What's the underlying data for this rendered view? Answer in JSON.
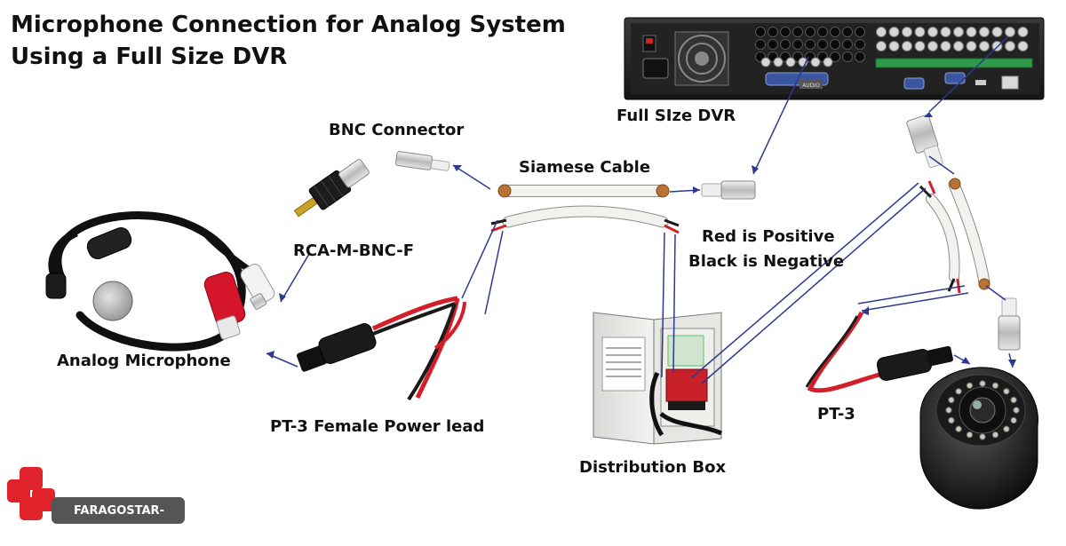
{
  "title": {
    "line1": "Microphone Connection for Analog System",
    "line2": "Using a Full Size DVR"
  },
  "labels": {
    "dvr": "Full SIze DVR",
    "bnc_connector": "BNC Connector",
    "siamese_cable": "Siamese Cable",
    "rca_adapter": "RCA-M-BNC-F",
    "polarity_positive": "Red is Positive",
    "polarity_negative": "Black is Negative",
    "microphone": "Analog Microphone",
    "female_power_lead": "PT-3 Female Power lead",
    "distribution_box": "Distribution Box",
    "pt3": "PT-3"
  },
  "dvr_panel": {
    "audio_label": "AUDIO"
  },
  "logo": {
    "text": "FARAGOSTAR-CO.COM"
  },
  "colors": {
    "positive_wire": "#d21f2a",
    "negative_wire": "#1a1a1a",
    "pointer_line": "#2b3a8f",
    "cable_sheath": "#f2f2ee",
    "brass": "#b87333",
    "logo_red": "#e0232a",
    "logo_bar": "#555555"
  }
}
